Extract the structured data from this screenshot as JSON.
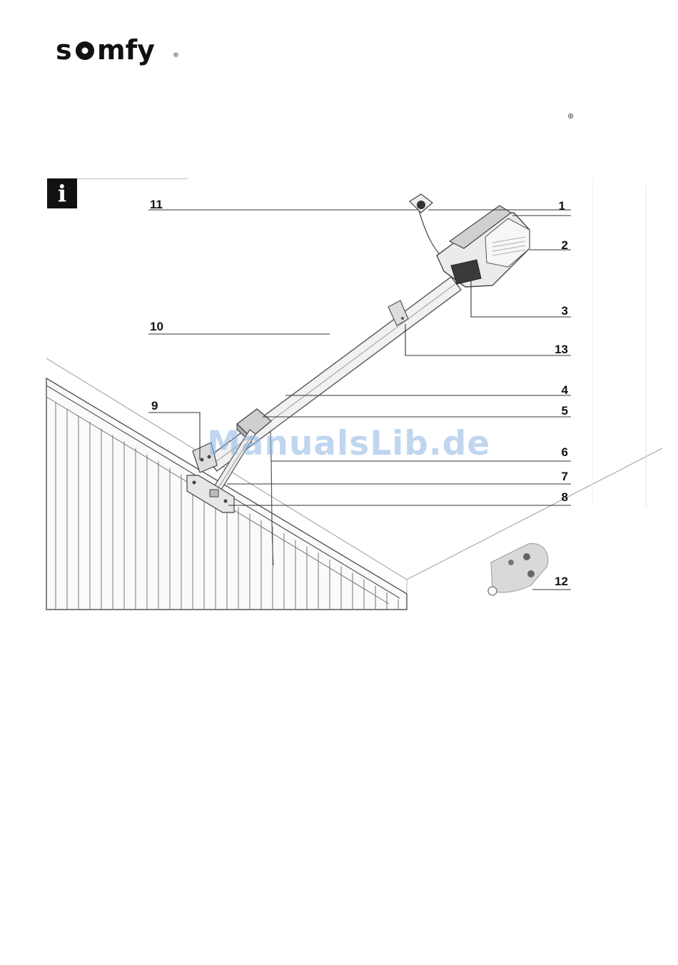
{
  "brand": {
    "logo_text": "somfy",
    "registered": "®"
  },
  "header": {
    "symbol": "⊕"
  },
  "info_icon": {
    "glyph": "i"
  },
  "callouts": [
    "1",
    "2",
    "3",
    "4",
    "5",
    "6",
    "7",
    "8",
    "9",
    "10",
    "11",
    "12",
    "13"
  ],
  "watermark": "ManualsLib.de"
}
